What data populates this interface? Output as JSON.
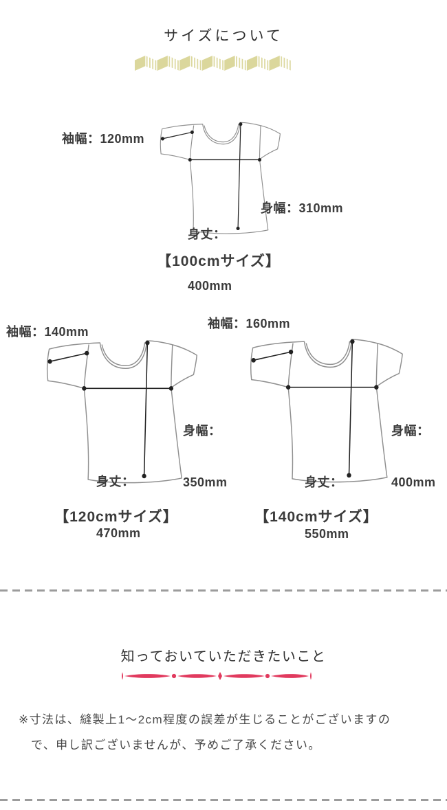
{
  "size_section": {
    "title": "サイズについて",
    "decoration_color": "#dbd79c",
    "diagram_outline_color": "#8f8f8f",
    "diagram_measure_color": "#222222",
    "shirts": [
      {
        "size_name": "100cm",
        "sleeve_label": "袖幅：120mm",
        "width_label_1": "身幅：310mm",
        "width_label_2": "",
        "length_label_1": "身丈：",
        "length_label_2": "400mm",
        "caption": "【100cmサイズ】"
      },
      {
        "size_name": "120cm",
        "sleeve_label": "袖幅：140mm",
        "width_label_1": "身幅：",
        "width_label_2": "350mm",
        "length_label_1": "身丈：",
        "length_label_2": "470mm",
        "caption": "【120cmサイズ】"
      },
      {
        "size_name": "140cm",
        "sleeve_label": "袖幅：160mm",
        "width_label_1": "身幅：",
        "width_label_2": "400mm",
        "length_label_1": "身丈：",
        "length_label_2": "550mm",
        "caption": "【140cmサイズ】"
      }
    ]
  },
  "notes_section": {
    "heading": "知っておいていただきたいこと",
    "decoration_color": "#e13a5e",
    "note_line1": "※寸法は、縫製上1〜2cm程度の誤差が生じることがございますの",
    "note_line2": "で、申し訳ございませんが、予めご了承ください。"
  }
}
